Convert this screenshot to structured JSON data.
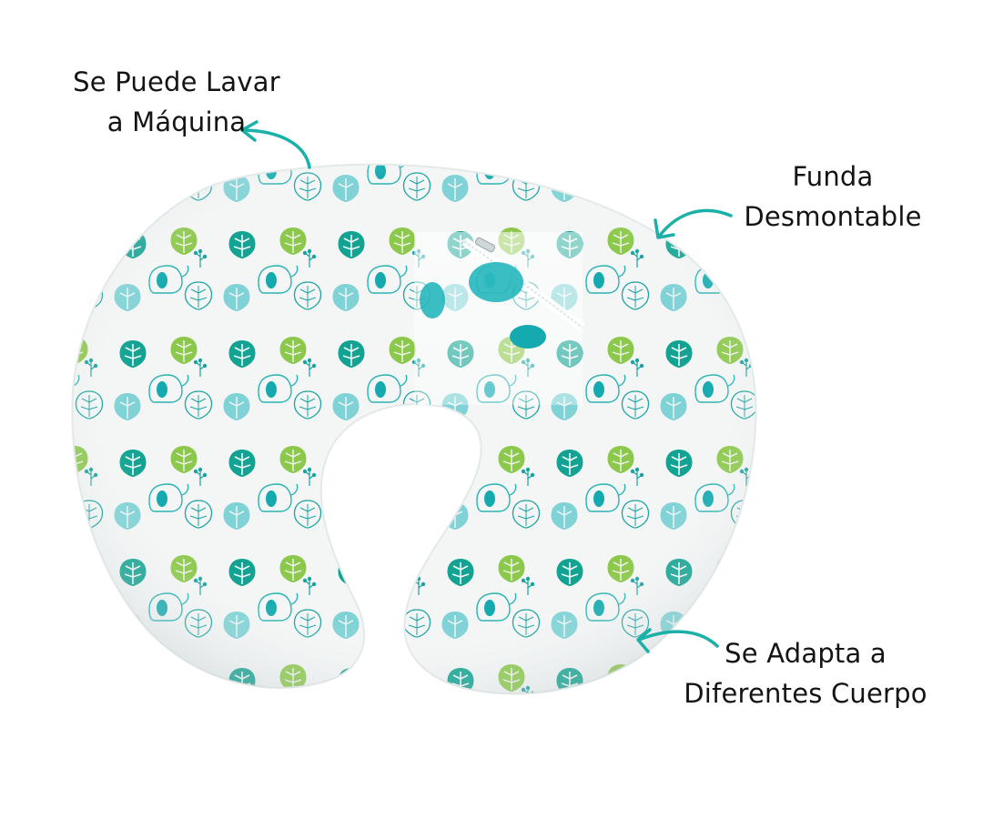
{
  "image": {
    "subject": "nursing pillow with tropical monstera leaf and elephant print",
    "background_color": "#ffffff"
  },
  "colors": {
    "accent_teal": "#1bb0a8",
    "leaf_dark_teal": "#12a392",
    "leaf_light_teal": "#7fd2d6",
    "leaf_lime": "#8cc84b",
    "pillow_fabric": "#f4f6f6",
    "text": "#141414"
  },
  "callouts": [
    {
      "id": "wash",
      "lines": [
        "Se Puede Lavar",
        "a Máquina"
      ],
      "arrow": "arrow-left-curved",
      "points_to": "top of pillow"
    },
    {
      "id": "cover",
      "lines": [
        "Funda",
        "Desmontable"
      ],
      "arrow": "arrow-left-curved",
      "points_to": "right shoulder of pillow"
    },
    {
      "id": "adapt",
      "lines": [
        "Se Adapta a",
        "Diferentes Cuerpo"
      ],
      "arrow": "arrow-left-curved",
      "points_to": "right arm of pillow"
    }
  ],
  "inset": {
    "label": "zipper-detail-inset",
    "description": "close-up of zipper on removable cover"
  }
}
